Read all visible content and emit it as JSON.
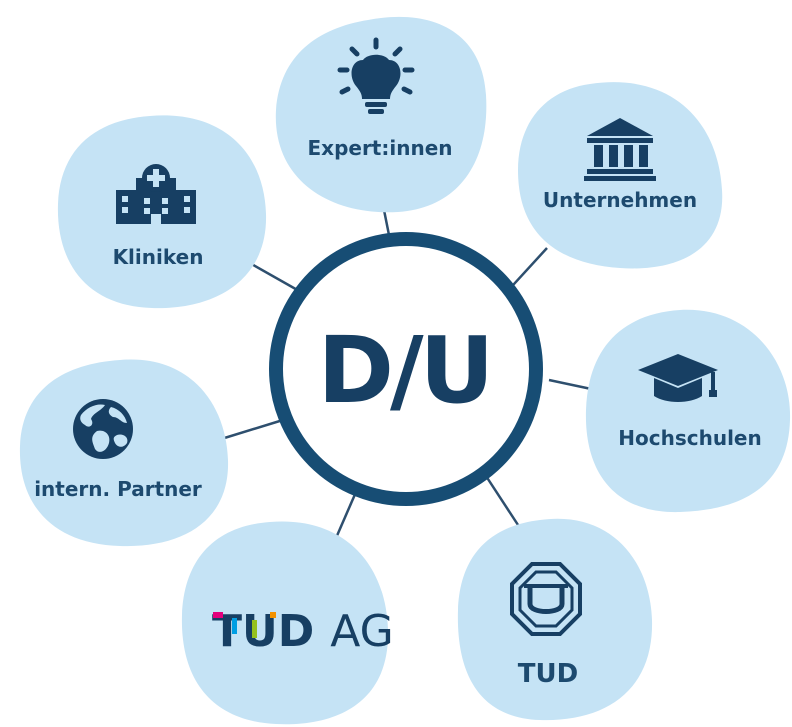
{
  "center": {
    "label": "D/U"
  },
  "nodes": {
    "experts": {
      "label": "Expert:innen",
      "icon": "lightbulb-icon"
    },
    "companies": {
      "label": "Unternehmen",
      "icon": "institution-icon"
    },
    "universities": {
      "label": "Hochschulen",
      "icon": "graduation-cap-icon"
    },
    "tud": {
      "label": "TUD",
      "icon": "tud-seal-icon"
    },
    "tudag": {
      "logo_text_1": "TUD",
      "logo_text_2": "AG",
      "icon": "tudag-logo"
    },
    "partners": {
      "label": "intern. Partner",
      "icon": "globe-icon"
    },
    "clinics": {
      "label": "Kliniken",
      "icon": "hospital-icon"
    }
  },
  "colors": {
    "blob": "#c5e3f5",
    "ring": "#174d74",
    "text": "#1d4a6f",
    "connector": "#2e4f6e"
  }
}
